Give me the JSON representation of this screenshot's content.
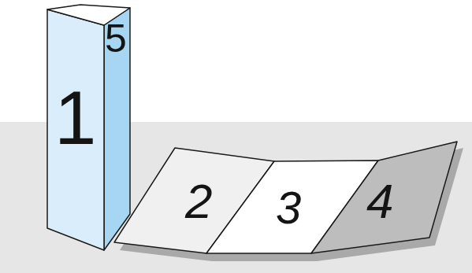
{
  "diagram": {
    "labels": [
      "1",
      "5",
      "2",
      "3",
      "4"
    ]
  }
}
